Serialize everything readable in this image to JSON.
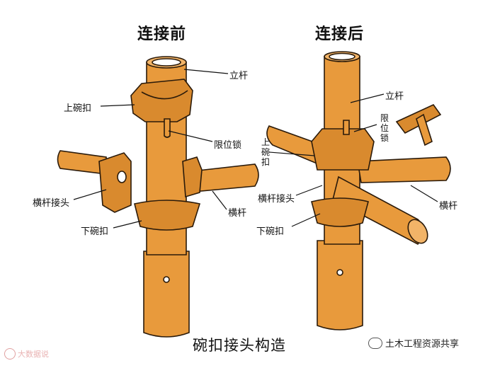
{
  "titles": {
    "before": "连接前",
    "after": "连接后"
  },
  "labels": {
    "left_pole": "立杆",
    "left_upper_cup": "上碗扣",
    "left_lock": "限位锁",
    "left_joint": "横杆接头",
    "left_rail": "横杆",
    "left_lower_cup": "下碗扣",
    "right_pole": "立杆",
    "right_lock": "限位锁",
    "right_upper_cup": "上碗扣",
    "right_joint": "横杆接头",
    "right_rail": "横杆",
    "right_lower_cup": "下碗扣"
  },
  "caption": "碗扣接头构造",
  "watermark_left": "大数据说",
  "watermark_right": "土木工程资源共享",
  "colors": {
    "orange": "#E89A3C",
    "orange_dark": "#C97A22",
    "outline": "#2a1a0a",
    "shadow": "#B86A1E"
  }
}
